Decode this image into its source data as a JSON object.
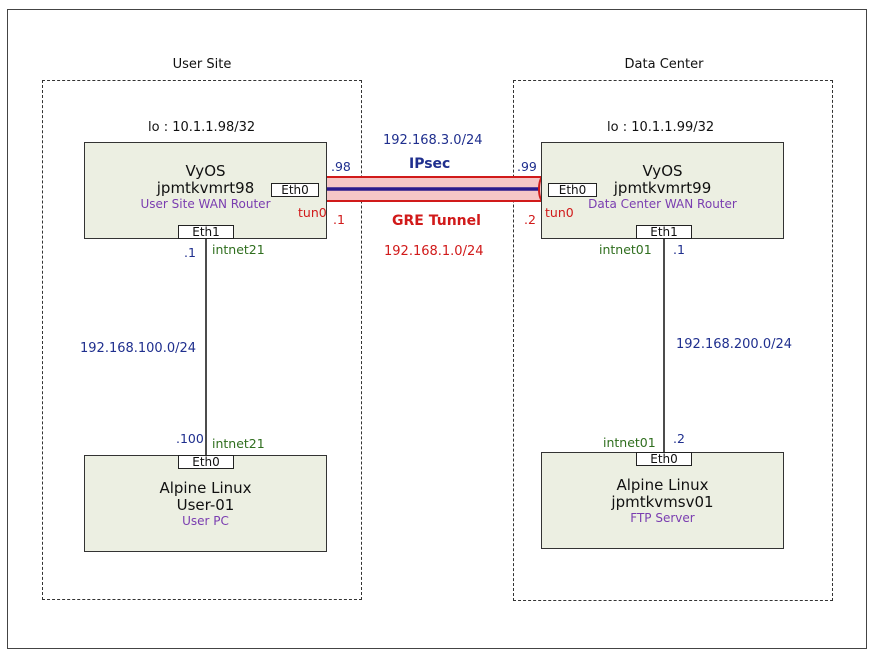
{
  "sites": {
    "user": {
      "title": "User Site"
    },
    "dc": {
      "title": "Data Center"
    }
  },
  "routers": {
    "user": {
      "lo": "lo : 10.1.1.98/32",
      "name1": "VyOS",
      "name2": "jpmtkvmrt98",
      "role": "User Site WAN Router",
      "eth0": "Eth0",
      "eth1": "Eth1",
      "tun": "tun0",
      "ipsec_host": ".98",
      "tun_host": ".1",
      "lan_host": ".1",
      "lan_net": "intnet21"
    },
    "dc": {
      "lo": "lo : 10.1.1.99/32",
      "name1": "VyOS",
      "name2": "jpmtkvmrt99",
      "role": "Data Center  WAN  Router",
      "eth0": "Eth0",
      "eth1": "Eth1",
      "tun": "tun0",
      "ipsec_host": ".99",
      "tun_host": ".2",
      "lan_host": ".1",
      "lan_net": "intnet01"
    }
  },
  "hosts": {
    "user": {
      "name1": "Alpine Linux",
      "name2": "User-01",
      "role": "User PC",
      "eth0": "Eth0",
      "host": ".100",
      "net": "intnet21"
    },
    "dc": {
      "name1": "Alpine Linux",
      "name2": "jpmtkvmsv01",
      "role": "FTP Server",
      "eth0": "Eth0",
      "host": ".2",
      "net": "intnet01"
    }
  },
  "links": {
    "ipsec_net": "192.168.3.0/24",
    "ipsec_label": "IPsec",
    "gre_label": "GRE Tunnel",
    "gre_net": "192.168.1.0/24",
    "user_lan_net": "192.168.100.0/24",
    "dc_lan_net": "192.168.200.0/24"
  },
  "colors": {
    "ipsec_line": "#2a1a8c",
    "tunnel_fill": "#f5c6c6",
    "tunnel_stroke": "#d11a1a"
  }
}
